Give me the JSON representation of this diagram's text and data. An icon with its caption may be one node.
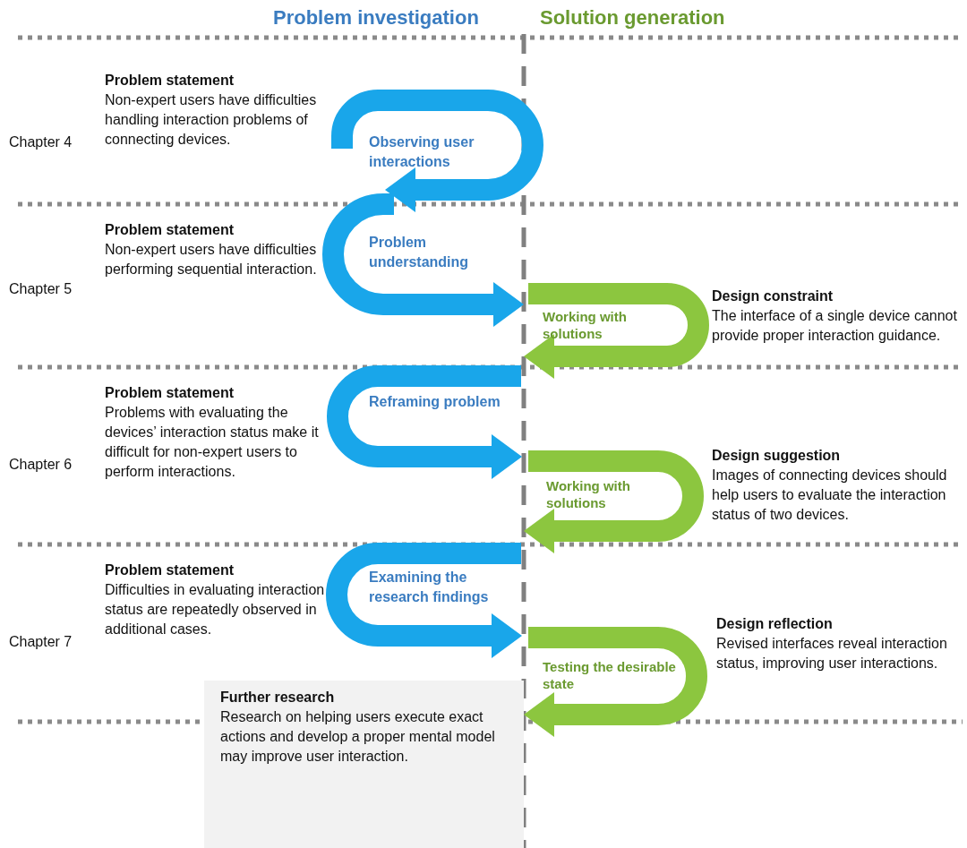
{
  "diagram": {
    "nodes": [
      {
        "text": [
          "Further research",
          "Research on helping users execute exact actions and develop a proper mental model may improve user interaction."
        ]
      }
    ],
    "labels": [
      "Problem investigation",
      "Solution generation",
      "Problem statement",
      "Non-expert users have difficulties handling interaction problems of connecting devices.",
      "Chapter 4",
      "Observing user interactions",
      "Problem statement",
      "Non-expert users have difficulties performing sequential interaction.",
      "Chapter 5",
      "Problem understanding",
      "Design constraint",
      "The interface of a single device cannot provide proper interaction guidance.",
      "Working with solutions",
      "Problem statement",
      "Problems with evaluating the devices’ interaction status make it difficult for non-expert users to perform interactions.",
      "Chapter 6",
      "Reframing problem",
      "Design suggestion",
      "Images of connecting devices should help users to evaluate the interaction status of two devices.",
      "Working with solutions",
      "Problem statement",
      "Difficulties in evaluating interaction status are repeatedly observed in additional cases.",
      "Chapter 7",
      "Examining the research findings",
      "Design reflection",
      "Revised interfaces reveal interaction status, improving user interactions.",
      "Testing the desirable state"
    ]
  }
}
